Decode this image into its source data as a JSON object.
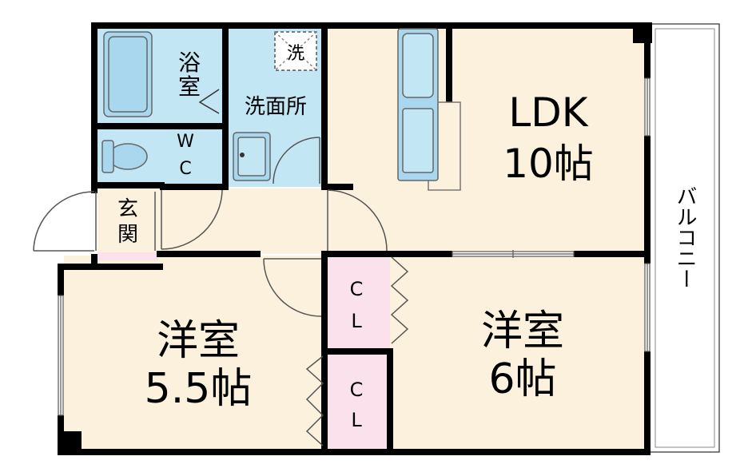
{
  "rooms": {
    "bath": {
      "line1": "浴",
      "line2": "室"
    },
    "washer": {
      "label": "洗"
    },
    "washroom": {
      "label": "洗面所"
    },
    "wc": {
      "line1": "W",
      "line2": "C"
    },
    "entrance": {
      "line1": "玄",
      "line2": "関"
    },
    "ldk": {
      "name": "LDK",
      "size": "10帖"
    },
    "western_room_left": {
      "name": "洋室",
      "size": "5.5帖"
    },
    "western_room_right": {
      "name": "洋室",
      "size": "6帖"
    },
    "closet_upper": {
      "line1": "C",
      "line2": "L"
    },
    "closet_lower": {
      "line1": "C",
      "line2": "L"
    },
    "balcony": {
      "label": "バルコニー"
    }
  },
  "colors": {
    "wet_area": "#c3e6f5",
    "living": "#fbf1dc",
    "closet": "#fbe1ec",
    "wall": "#000000"
  }
}
